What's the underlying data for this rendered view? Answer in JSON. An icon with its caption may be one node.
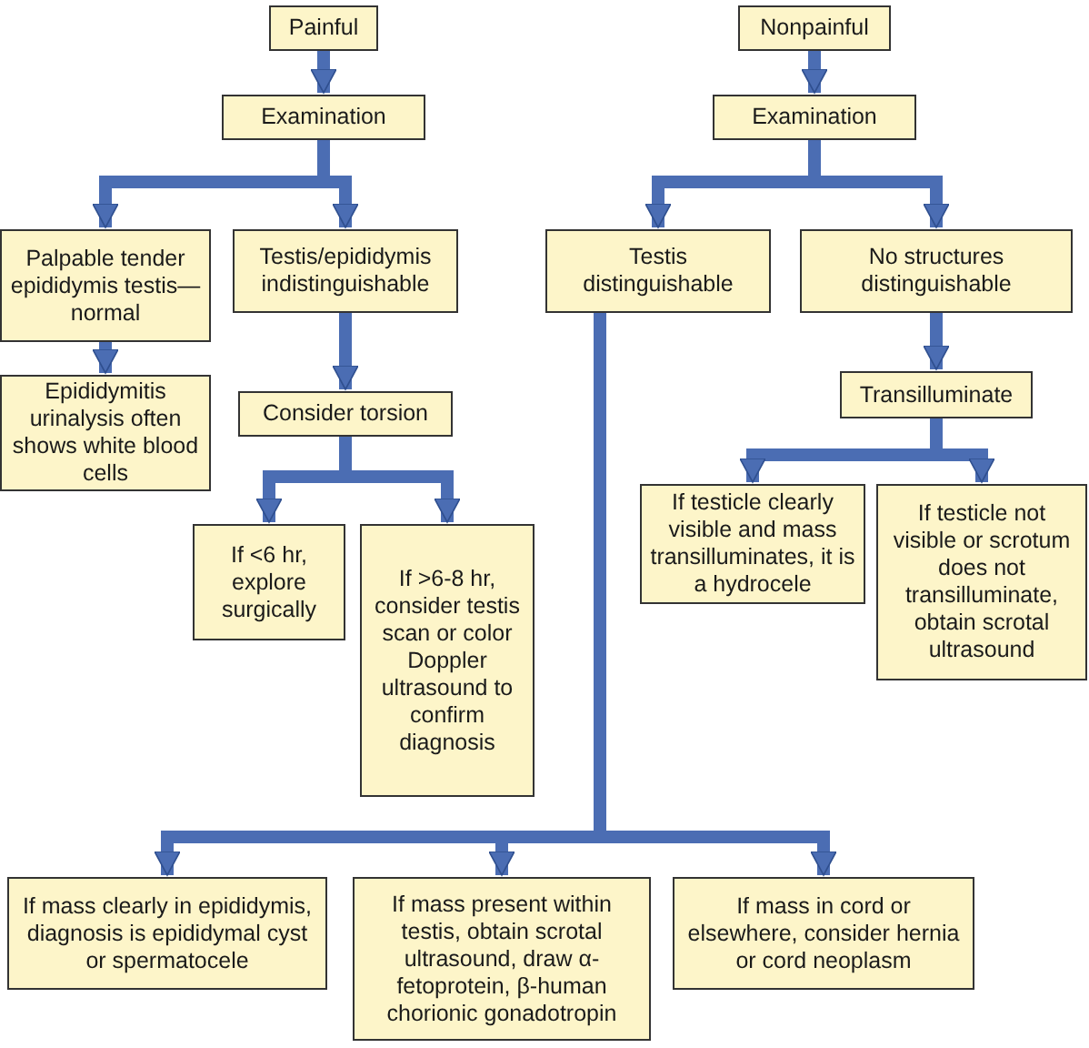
{
  "diagram": {
    "nodes": [
      {
        "text": [
          "Painful"
        ]
      },
      {
        "text": [
          "Examination"
        ]
      },
      {
        "text": [
          "Palpable tender epididymis testis—normal"
        ]
      },
      {
        "text": [
          "Testis/epididymis indistinguishable"
        ]
      },
      {
        "text": [
          "Epididymitis urinalysis often shows white blood cells"
        ]
      },
      {
        "text": [
          "Consider torsion"
        ]
      },
      {
        "text": [
          "If <6 hr, explore surgically"
        ]
      },
      {
        "text": [
          "If >6-8 hr, consider testis scan or color Doppler ultrasound to confirm diagnosis"
        ]
      },
      {
        "text": [
          "Nonpainful"
        ]
      },
      {
        "text": [
          "Examination"
        ]
      },
      {
        "text": [
          "Testis distinguishable"
        ]
      },
      {
        "text": [
          "No structures distinguishable"
        ]
      },
      {
        "text": [
          "Transilluminate"
        ]
      },
      {
        "text": [
          "If testicle clearly visible and mass transilluminates, it is a hydrocele"
        ]
      },
      {
        "text": [
          "If testicle not visible or scrotum does not transilluminate, obtain scrotal ultrasound"
        ]
      },
      {
        "text": [
          "If mass clearly in epididymis, diagnosis is epididymal cyst or spermatocele"
        ]
      },
      {
        "text": [
          "If mass present within testis, obtain scrotal ultrasound, draw α-fetoprotein, β-human chorionic gonadotropin"
        ]
      },
      {
        "text": [
          "If mass in cord or elsewhere, consider hernia or cord neoplasm"
        ]
      }
    ],
    "edges": [
      {
        "from": 0,
        "to": 1,
        "arrow": "to"
      },
      {
        "from": 1,
        "to": 2,
        "arrow": "to"
      },
      {
        "from": 1,
        "to": 3,
        "arrow": "to"
      },
      {
        "from": 2,
        "to": 4,
        "arrow": "to"
      },
      {
        "from": 3,
        "to": 5,
        "arrow": "to"
      },
      {
        "from": 5,
        "to": 6,
        "arrow": "to"
      },
      {
        "from": 5,
        "to": 7,
        "arrow": "to"
      },
      {
        "from": 8,
        "to": 9,
        "arrow": "to"
      },
      {
        "from": 9,
        "to": 10,
        "arrow": "to"
      },
      {
        "from": 9,
        "to": 11,
        "arrow": "to"
      },
      {
        "from": 11,
        "to": 12,
        "arrow": "to"
      },
      {
        "from": 12,
        "to": 13,
        "arrow": "to"
      },
      {
        "from": 12,
        "to": 14,
        "arrow": "to"
      },
      {
        "from": 10,
        "to": 15,
        "arrow": "to"
      },
      {
        "from": 10,
        "to": 16,
        "arrow": "to"
      },
      {
        "from": 10,
        "to": 17,
        "arrow": "to"
      }
    ]
  }
}
